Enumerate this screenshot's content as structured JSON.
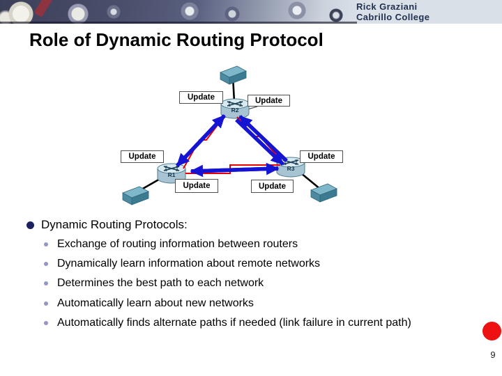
{
  "header": {
    "author_lines": [
      "Rick Graziani",
      "Cabrillo College"
    ]
  },
  "slide": {
    "title": "Role of Dynamic Routing Protocol",
    "page_number": "9"
  },
  "diagram": {
    "routers": [
      {
        "label": "R1"
      },
      {
        "label": "R2"
      },
      {
        "label": "R3"
      }
    ],
    "switch_count": 3,
    "update_labels": [
      "Update",
      "Update",
      "Update",
      "Update",
      "Update",
      "Update"
    ],
    "colors": {
      "update_arrow_blue": "#1414d2",
      "update_path_red": "#e80000",
      "link_line": "#000000",
      "router_body": "#a8c4d2",
      "router_top": "#d8e9f0",
      "switch_top": "#7fb7ca",
      "page_marker_red": "#ee1111"
    }
  },
  "bullets": {
    "main": "Dynamic Routing Protocols:",
    "sub": [
      "Exchange of routing information between routers",
      "Dynamically learn information about remote networks",
      "Determines the best path to each network",
      "Automatically learn about new networks",
      "Automatically finds alternate paths if needed (link failure in current path)"
    ]
  }
}
